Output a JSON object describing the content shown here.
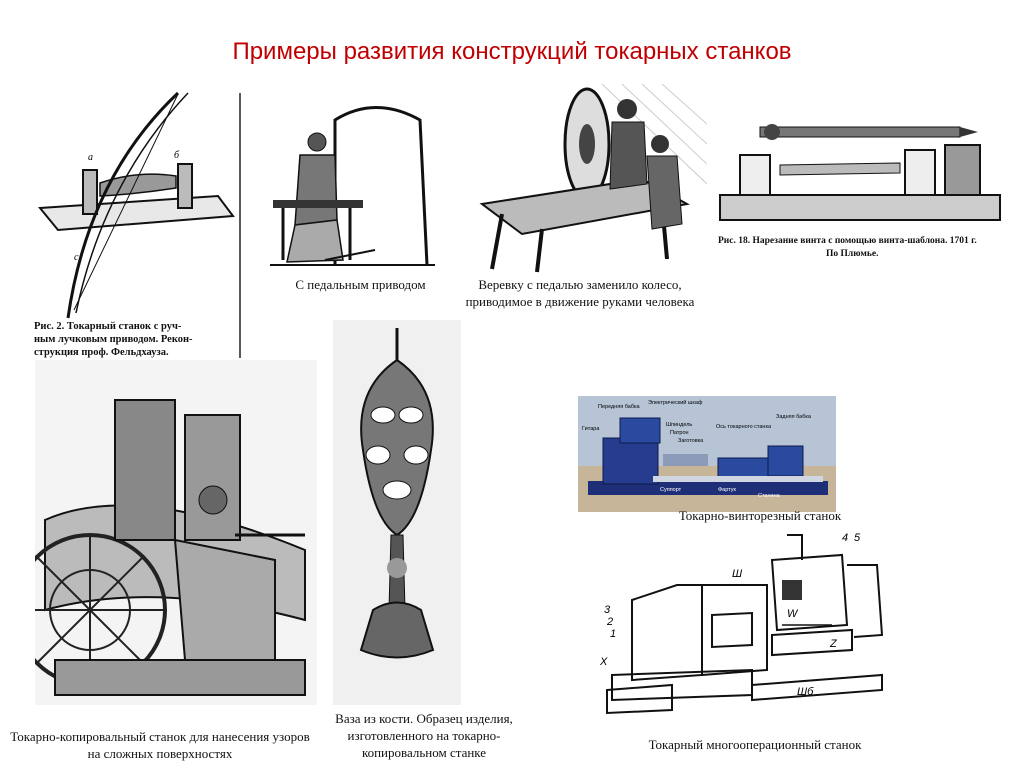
{
  "slide": {
    "title": "Примеры развития конструкций токарных станков"
  },
  "figures": {
    "bow_lathe": {
      "print_caption_lines": [
        "Рис. 2. Токарный станок с руч-",
        "ным лучковым приводом. Рекон-",
        "струкция проф. Фельдхауза."
      ],
      "letters": [
        "а",
        "б",
        "с"
      ]
    },
    "pedal_lathe": {
      "caption": "С педальным приводом"
    },
    "wheel_lathe": {
      "caption": "Веревку с педалью заменило колесо, приводимое в движение руками человека"
    },
    "screw_template": {
      "print_caption_lines": [
        "Рис. 18. Нарезание винта с помощью винта-шаблона. 1701 г.",
        "По Плюмье."
      ]
    },
    "copy_lathe": {
      "caption": "Токарно-копировальный станок для нанесения узоров на сложных поверхностях"
    },
    "bone_vase": {
      "caption": "Ваза из кости. Образец изделия, изготовленного на токарно-копировальном станке"
    },
    "screw_cutting_lathe": {
      "caption": "Токарно-винторезный станок",
      "labels": {
        "front_stock": "Передняя бабка",
        "electric_cabinet": "Электрический шкаф",
        "guitar": "Гитара",
        "spindle": "Шпиндель",
        "chuck": "Патрон",
        "blank": "Заготовка",
        "axis": "Ось токарного станка",
        "tailstock": "Задняя бабка",
        "support": "Суппорт",
        "apron": "Фартук",
        "bed": "Станина"
      }
    },
    "multi_lathe": {
      "caption": "Токарный многооперационный станок",
      "labels": [
        "1",
        "2",
        "3",
        "4",
        "5",
        "Ш",
        "Шб",
        "W",
        "Z",
        "X"
      ]
    }
  }
}
